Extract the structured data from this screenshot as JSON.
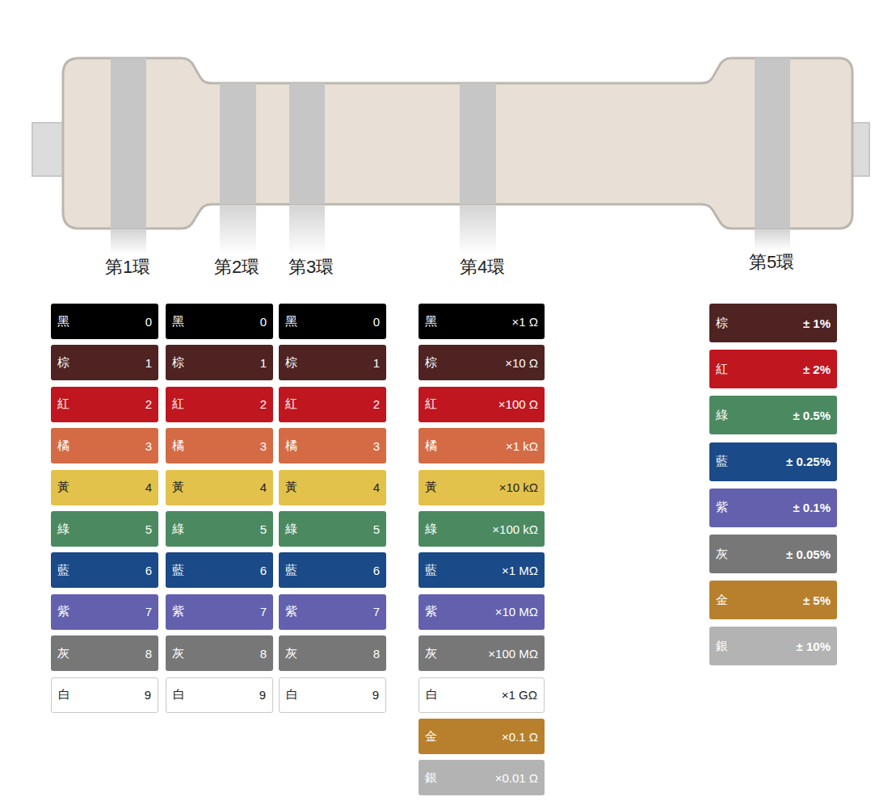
{
  "diagram": {
    "nodes": [
      {
        "text": [
          "黑",
          "0"
        ]
      },
      {
        "text": [
          "棕",
          "1"
        ]
      },
      {
        "text": [
          "紅",
          "2"
        ]
      },
      {
        "text": [
          "橘",
          "3"
        ]
      },
      {
        "text": [
          "黃",
          "4"
        ]
      },
      {
        "text": [
          "綠",
          "5"
        ]
      },
      {
        "text": [
          "藍",
          "6"
        ]
      },
      {
        "text": [
          "紫",
          "7"
        ]
      },
      {
        "text": [
          "灰",
          "8"
        ]
      },
      {
        "text": [
          "白",
          "9"
        ]
      },
      {
        "text": [
          "黑",
          "0"
        ]
      },
      {
        "text": [
          "棕",
          "1"
        ]
      },
      {
        "text": [
          "紅",
          "2"
        ]
      },
      {
        "text": [
          "橘",
          "3"
        ]
      },
      {
        "text": [
          "黃",
          "4"
        ]
      },
      {
        "text": [
          "綠",
          "5"
        ]
      },
      {
        "text": [
          "藍",
          "6"
        ]
      },
      {
        "text": [
          "紫",
          "7"
        ]
      },
      {
        "text": [
          "灰",
          "8"
        ]
      },
      {
        "text": [
          "白",
          "9"
        ]
      },
      {
        "text": [
          "黑",
          "0"
        ]
      },
      {
        "text": [
          "棕",
          "1"
        ]
      },
      {
        "text": [
          "紅",
          "2"
        ]
      },
      {
        "text": [
          "橘",
          "3"
        ]
      },
      {
        "text": [
          "黃",
          "4"
        ]
      },
      {
        "text": [
          "綠",
          "5"
        ]
      },
      {
        "text": [
          "藍",
          "6"
        ]
      },
      {
        "text": [
          "紫",
          "7"
        ]
      },
      {
        "text": [
          "灰",
          "8"
        ]
      },
      {
        "text": [
          "白",
          "9"
        ]
      },
      {
        "text": [
          "黑",
          "×1 Ω"
        ]
      },
      {
        "text": [
          "棕",
          "×10 Ω"
        ]
      },
      {
        "text": [
          "紅",
          "×100 Ω"
        ]
      },
      {
        "text": [
          "橘",
          "×1 kΩ"
        ]
      },
      {
        "text": [
          "黃",
          "×10 kΩ"
        ]
      },
      {
        "text": [
          "綠",
          "×100 kΩ"
        ]
      },
      {
        "text": [
          "藍",
          "×1 MΩ"
        ]
      },
      {
        "text": [
          "紫",
          "×10 MΩ"
        ]
      },
      {
        "text": [
          "灰",
          "×100 MΩ"
        ]
      },
      {
        "text": [
          "白",
          "×1 GΩ"
        ]
      },
      {
        "text": [
          "金",
          "×0.1 Ω"
        ]
      },
      {
        "text": [
          "銀",
          "×0.01 Ω"
        ]
      },
      {
        "text": [
          "棕",
          "± 1%"
        ]
      },
      {
        "text": [
          "紅",
          "± 2%"
        ]
      },
      {
        "text": [
          "綠",
          "± 0.5%"
        ]
      },
      {
        "text": [
          "藍",
          "± 0.25%"
        ]
      },
      {
        "text": [
          "紫",
          "± 0.1%"
        ]
      },
      {
        "text": [
          "灰",
          "± 0.05%"
        ]
      },
      {
        "text": [
          "金",
          "± 5%"
        ]
      },
      {
        "text": [
          "銀",
          "± 10%"
        ]
      }
    ],
    "labels": [
      "第1環",
      "第2環",
      "第3環",
      "第4環",
      "第5環"
    ]
  }
}
